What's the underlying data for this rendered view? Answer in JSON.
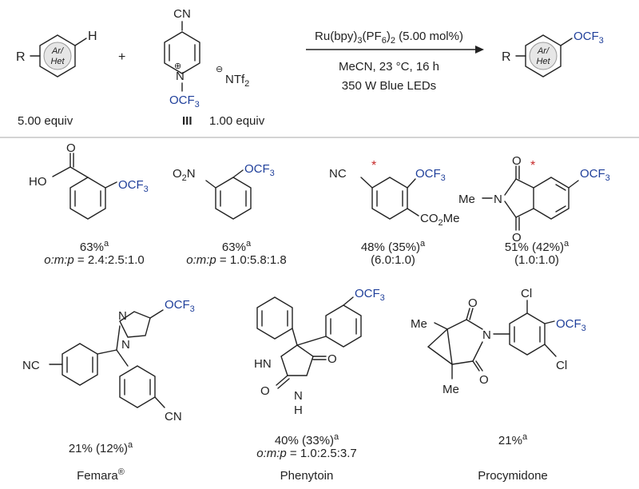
{
  "reaction": {
    "arene_r": "R",
    "arene_ring_label_1": "Ar/",
    "arene_ring_label_2": "Het",
    "arene_h": "H",
    "plus": "+",
    "reagent_cn": "CN",
    "reagent_n": "N",
    "reagent_plus": "⊕",
    "reagent_minus": "⊖",
    "reagent_counterion": "NTf",
    "reagent_counterion_sub": "2",
    "reagent_ocf3": "OCF",
    "reagent_ocf3_sub": "3",
    "catalyst": "Ru(bpy)",
    "catalyst_sub1": "3",
    "catalyst_mid": "(PF",
    "catalyst_sub2": "6",
    "catalyst_end": ")",
    "catalyst_sub3": "2",
    "catalyst_loading": " (5.00 mol%)",
    "conditions": "MeCN, 23 °C, 16 h",
    "light": "350 W Blue LEDs",
    "product_r": "R",
    "product_ocf3": "OCF",
    "product_ocf3_sub": "3",
    "arene_equiv": "5.00 equiv",
    "reagent_id": "III",
    "reagent_equiv": "1.00 equiv"
  },
  "substituents": {
    "ocf3": "OCF",
    "sub3": "3",
    "ho": "HO",
    "o": "O",
    "o2n": "O",
    "o2n_sub": "2",
    "o2n_n": "N",
    "nc": "NC",
    "co2me": "CO",
    "co2me_sub": "2",
    "co2me_me": "Me",
    "me": "Me",
    "n": "N",
    "hn": "HN",
    "h": "H",
    "cl": "Cl",
    "cn": "CN",
    "star": "*"
  },
  "products": [
    {
      "yield": "63%",
      "sup": "a",
      "ratio_label": "o:m:p",
      "ratio": " = 2.4:2.5:1.0"
    },
    {
      "yield": "63%",
      "sup": "a",
      "ratio_label": "o:m:p",
      "ratio": " = 1.0:5.8:1.8"
    },
    {
      "yield": "48% (35%)",
      "sup": "a",
      "ratio": "(6.0:1.0)"
    },
    {
      "yield": "51% (42%)",
      "sup": "a",
      "ratio": "(1.0:1.0)"
    },
    {
      "yield": "21% (12%)",
      "sup": "a",
      "name": "Femara",
      "name_sup": "®"
    },
    {
      "yield": "40% (33%)",
      "sup": "a",
      "ratio_label": "o:m:p",
      "ratio": " = 1.0:2.5:3.7",
      "name": "Phenytoin"
    },
    {
      "yield": "21%",
      "sup": "a",
      "name": "Procymidone"
    }
  ],
  "colors": {
    "ocf3": "#1f3f9a",
    "marker": "#c62828",
    "text": "#222222"
  }
}
